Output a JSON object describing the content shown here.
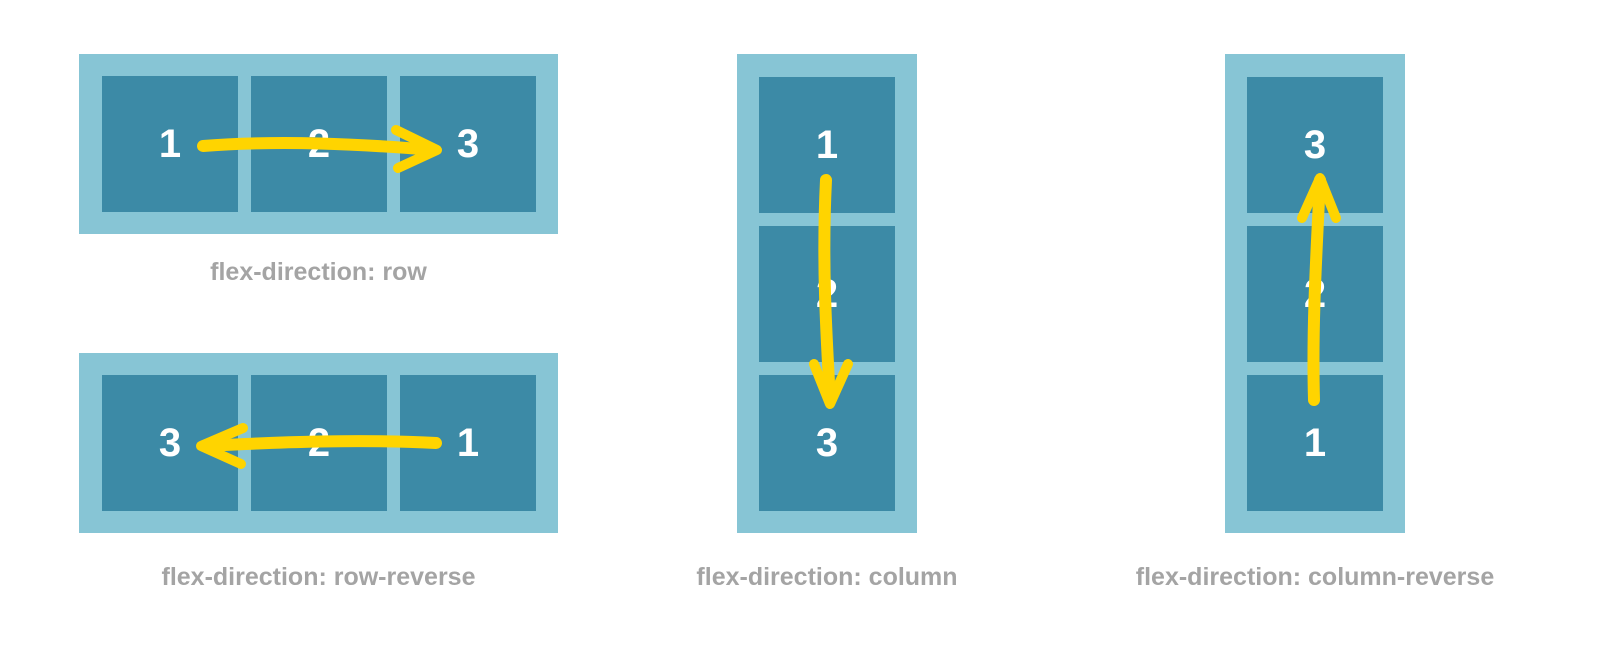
{
  "colors": {
    "container": "#87c5d5",
    "item": "#3c8aa6",
    "item_text": "#ffffff",
    "arrow": "#ffd400",
    "caption": "#a4a4a4"
  },
  "diagrams": {
    "row": {
      "caption": "flex-direction: row",
      "items": [
        "1",
        "2",
        "3"
      ]
    },
    "row_reverse": {
      "caption": "flex-direction: row-reverse",
      "items": [
        "3",
        "2",
        "1"
      ]
    },
    "column": {
      "caption": "flex-direction: column",
      "items": [
        "1",
        "2",
        "3"
      ]
    },
    "column_reverse": {
      "caption": "flex-direction: column-reverse",
      "items": [
        "3",
        "2",
        "1"
      ]
    }
  }
}
